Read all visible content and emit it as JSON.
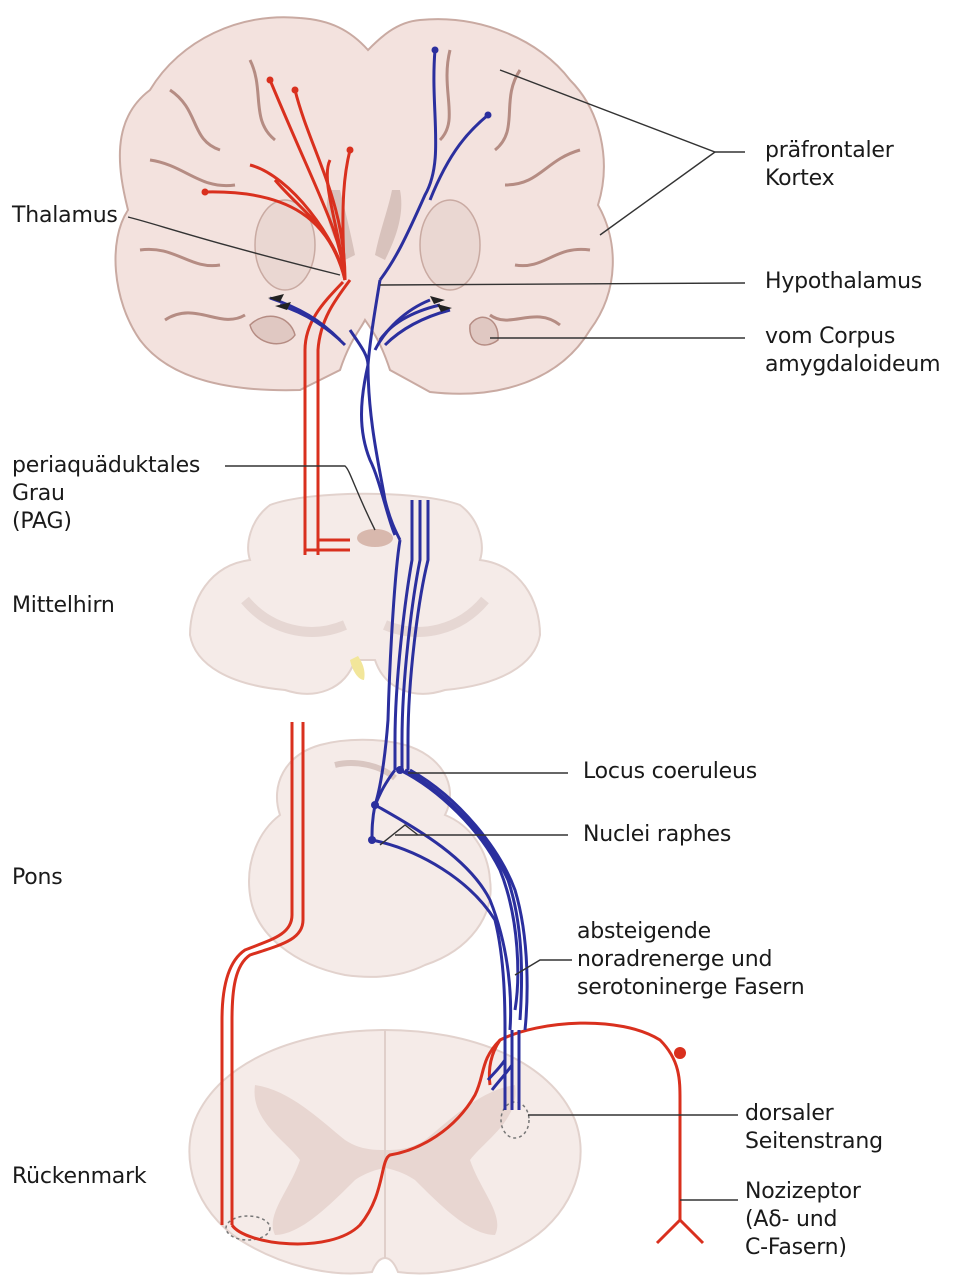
{
  "labels": {
    "prefrontal": [
      "präfrontaler",
      "Kortex"
    ],
    "thalamus": "Thalamus",
    "hypothalamus": "Hypothalamus",
    "amygdala": [
      "vom Corpus",
      "amygdaloideum"
    ],
    "pag": [
      "periaquäduktales",
      "Grau",
      "(PAG)"
    ],
    "midbrain": "Mittelhirn",
    "locus": "Locus coeruleus",
    "raphe": "Nuclei raphes",
    "pons": "Pons",
    "descending": [
      "absteigende",
      "noradrenerge und",
      "serotoninerge Fasern"
    ],
    "dorsal": [
      "dorsaler",
      "Seitenstrang"
    ],
    "spinal": "Rückenmark",
    "nociceptor": [
      "Nozizeptor",
      "(Aδ- und",
      "C-Fasern)"
    ]
  },
  "colors": {
    "tissue": "#f3e7e3",
    "tissue_dark": "#e2cbc4",
    "gyri_line": "#c9aaa2",
    "ascending_pathway": "#d9301e",
    "descending_pathway": "#2b2f9e",
    "leader_line": "#333333"
  }
}
